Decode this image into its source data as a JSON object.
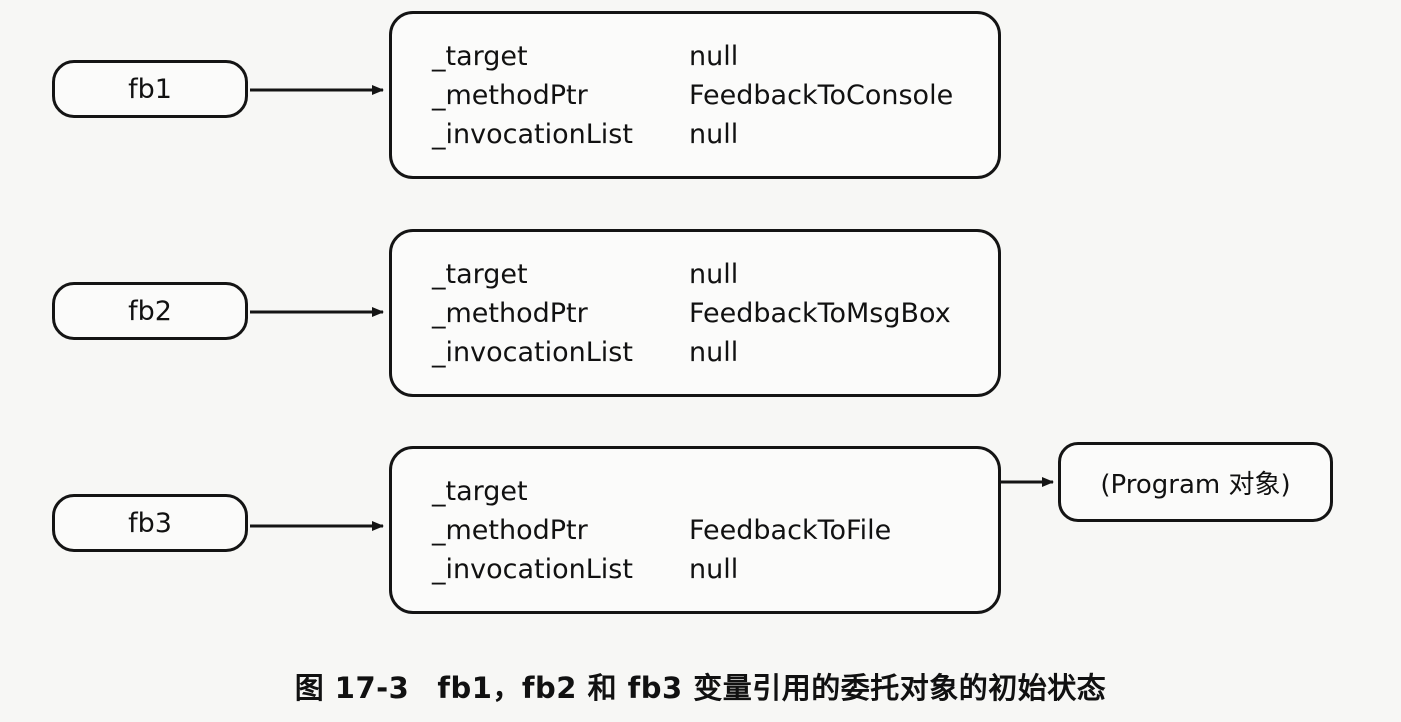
{
  "variables": [
    {
      "name": "fb1",
      "fields": [
        {
          "name": "_target",
          "value": "null"
        },
        {
          "name": "_methodPtr",
          "value": "FeedbackToConsole"
        },
        {
          "name": "_invocationList",
          "value": "null"
        }
      ]
    },
    {
      "name": "fb2",
      "fields": [
        {
          "name": "_target",
          "value": "null"
        },
        {
          "name": "_methodPtr",
          "value": "FeedbackToMsgBox"
        },
        {
          "name": "_invocationList",
          "value": "null"
        }
      ]
    },
    {
      "name": "fb3",
      "fields": [
        {
          "name": "_target",
          "value": ""
        },
        {
          "name": "_methodPtr",
          "value": "FeedbackToFile"
        },
        {
          "name": "_invocationList",
          "value": "null"
        }
      ]
    }
  ],
  "target_object": {
    "label": "(Program 对象)"
  },
  "caption": {
    "figure_number": "图 17-3",
    "text": "fb1，fb2 和 fb3 变量引用的委托对象的初始状态"
  },
  "colors": {
    "line": "#141414",
    "background": "#f7f7f5"
  }
}
